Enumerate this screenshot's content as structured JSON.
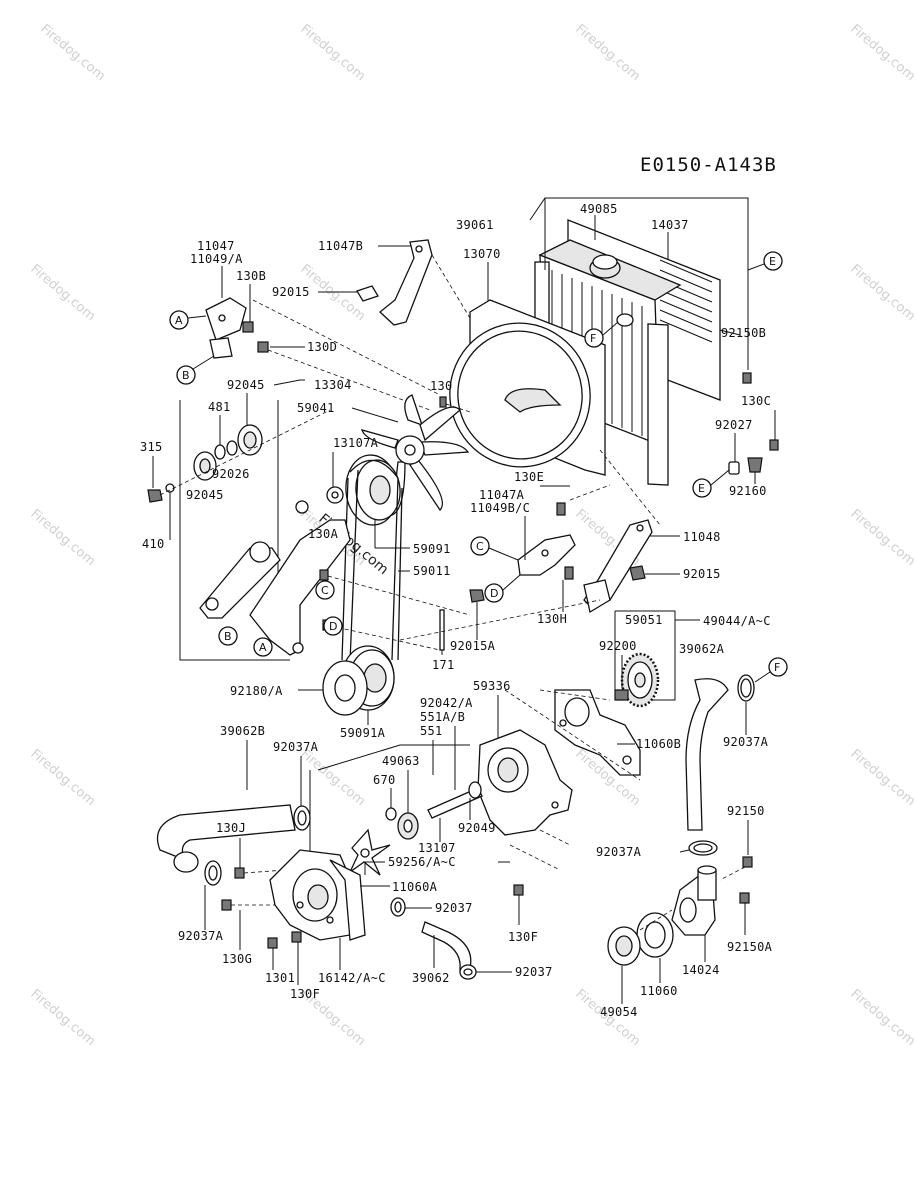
{
  "diagram_code": "E0150-A143B",
  "watermark": "Firedog.com",
  "callouts": [
    "A",
    "B",
    "C",
    "D",
    "E",
    "F"
  ],
  "labels": {
    "p11047": "11047",
    "p11049A": "11049/A",
    "p130B": "130B",
    "p11047B": "11047B",
    "p92015_top": "92015",
    "p130D": "130D",
    "p13070": "13070",
    "p39061": "39061",
    "p49085": "49085",
    "p14037": "14037",
    "p92150B": "92150B",
    "p92045_top": "92045",
    "p13304": "13304",
    "p481": "481",
    "p130": "130",
    "p59041": "59041",
    "p130C": "130C",
    "p315": "315",
    "p13107A": "13107A",
    "p92027": "92027",
    "p92026": "92026",
    "p92045_bot": "92045",
    "p92160": "92160",
    "p130E": "130E",
    "p410": "410",
    "p11047A": "11047A",
    "p11049BC": "11049B/C",
    "p130A": "130A",
    "p59091": "59091",
    "p11048": "11048",
    "p59011": "59011",
    "p92015_mid": "92015",
    "p130H": "130H",
    "p59051": "59051",
    "p49044": "49044/A~C",
    "p92015A": "92015A",
    "p92200": "92200",
    "p39062A": "39062A",
    "p171": "171",
    "p59336": "59336",
    "p92180A": "92180/A",
    "p92042A": "92042/A",
    "p551AB": "551A/B",
    "p551": "551",
    "p11060B": "11060B",
    "p59091A": "59091A",
    "p92037A_r": "92037A",
    "p39062B": "39062B",
    "p92037A_l": "92037A",
    "p49063": "49063",
    "p670": "670",
    "p92049": "92049",
    "p92150": "92150",
    "p130J": "130J",
    "p13107": "13107",
    "p59256": "59256/A~C",
    "p92037A_m": "92037A",
    "p11060A": "11060A",
    "p92037A_b": "92037A",
    "p92037_a": "92037",
    "p130F_r": "130F",
    "p92150A": "92150A",
    "p130G": "130G",
    "p1301": "1301",
    "p16142": "16142/A~C",
    "p14024": "14024",
    "p130F_b": "130F",
    "p39062": "39062",
    "p92037_b": "92037",
    "p11060": "11060",
    "p49054": "49054"
  }
}
